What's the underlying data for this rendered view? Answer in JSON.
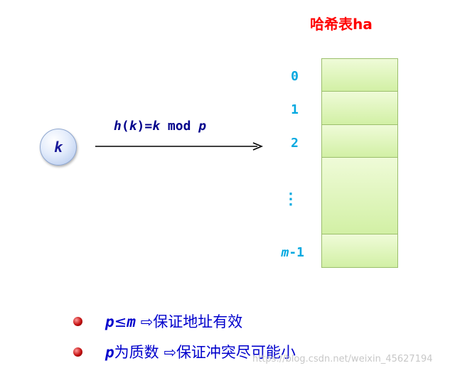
{
  "title": "哈希表ha",
  "key": "k",
  "formula": {
    "h": "h",
    "open": "(",
    "k1": "k",
    "close": ")=",
    "k2": "k",
    "mod": " mod ",
    "p": "p"
  },
  "slots": [
    {
      "index": "0"
    },
    {
      "index": "1"
    },
    {
      "index": "2"
    },
    {
      "index": "⋮"
    },
    {
      "index_var": "m",
      "index_suffix": "-1"
    }
  ],
  "notes": [
    {
      "var": "p",
      "op": "≤",
      "var2": "m",
      "arrow": " ⇨",
      "text": "保证地址有效"
    },
    {
      "var": "p",
      "text1": "为质数",
      "arrow": " ⇨",
      "text": "保证冲突尽可能小"
    }
  ],
  "watermark": "https://blog.csdn.net/weixin_45627194",
  "colors": {
    "title": "#ff0000",
    "formula": "#00008b",
    "index": "#00a8e0",
    "slot_fill": "#d2f0a5",
    "notes": "#0000cc",
    "bullet": "#c41010"
  },
  "icons": {
    "bullet": "red-sphere-bullet",
    "arrow": "right-arrow-icon"
  }
}
